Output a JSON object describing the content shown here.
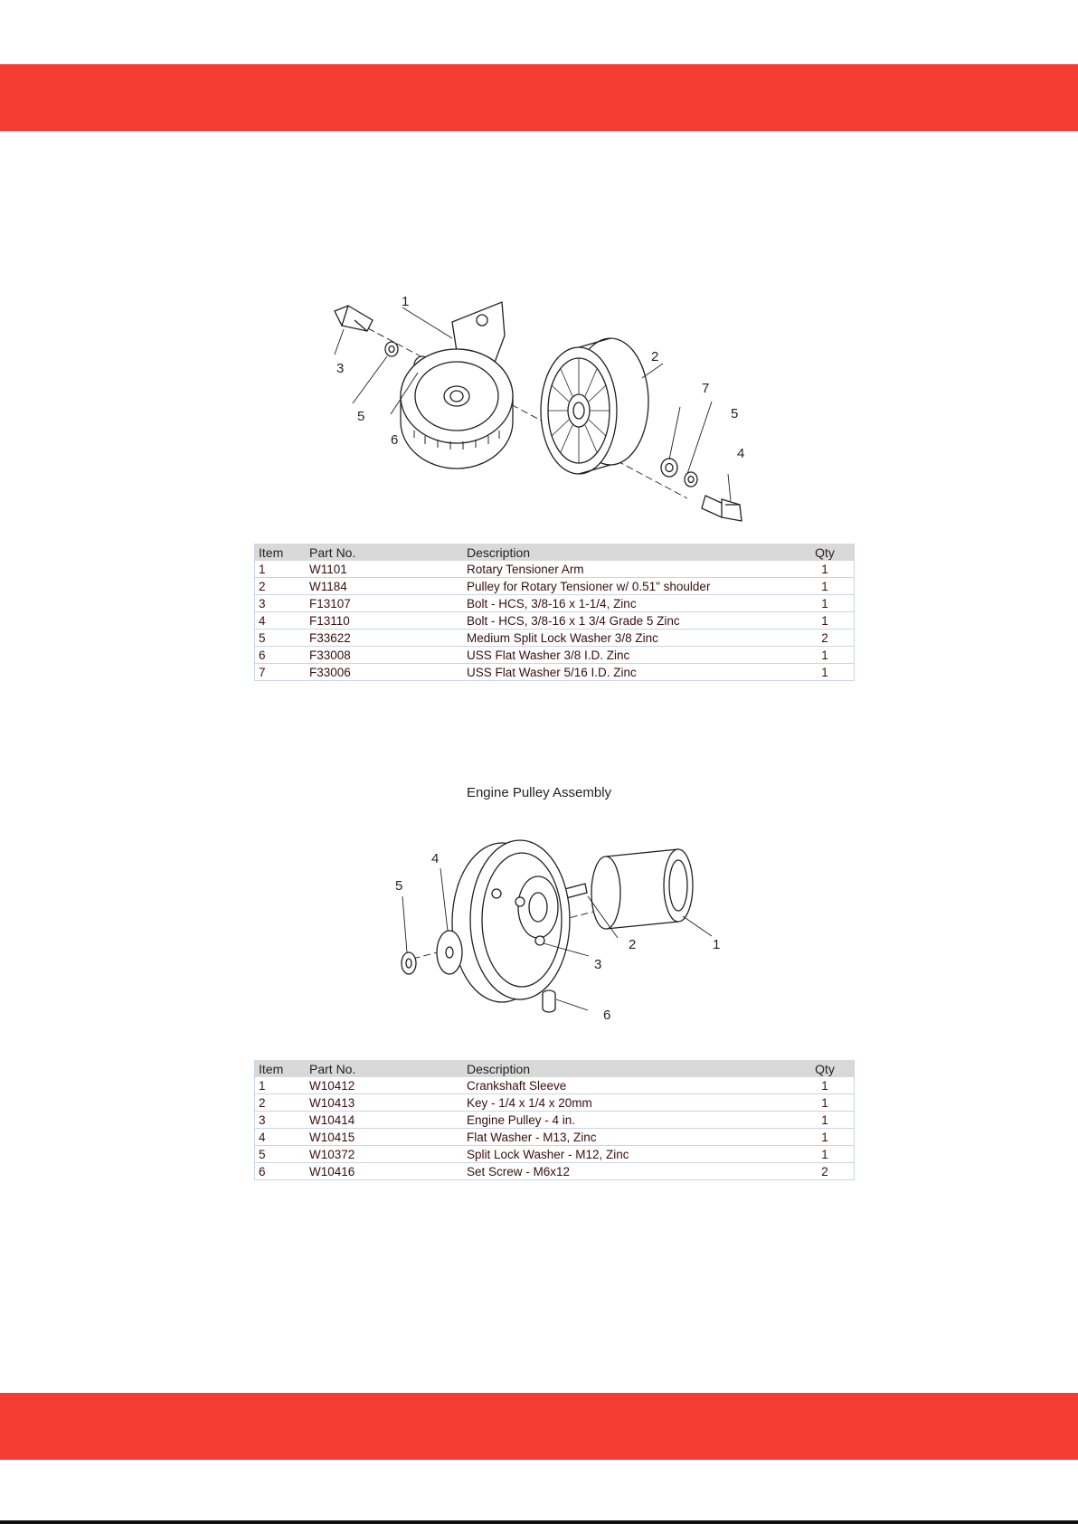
{
  "colors": {
    "band": "#f43c32",
    "line": "#231f20"
  },
  "figure1": {
    "callouts": [
      "1",
      "2",
      "3",
      "4",
      "5",
      "5",
      "6",
      "7"
    ],
    "table": {
      "headers": [
        "Item",
        "Part No.",
        "Description",
        "Qty"
      ],
      "rows": [
        [
          "1",
          "W1101",
          "Rotary Tensioner Arm",
          "1"
        ],
        [
          "2",
          "W1184",
          "Pulley for Rotary Tensioner w/ 0.51\" shoulder",
          "1"
        ],
        [
          "3",
          "F13107",
          "Bolt - HCS, 3/8-16 x 1-1/4, Zinc",
          "1"
        ],
        [
          "4",
          "F13110",
          "Bolt - HCS, 3/8-16 x 1 3/4 Grade 5 Zinc",
          "1"
        ],
        [
          "5",
          "F33622",
          "Medium Split Lock Washer 3/8 Zinc",
          "2"
        ],
        [
          "6",
          "F33008",
          "USS Flat Washer 3/8 I.D. Zinc",
          "1"
        ],
        [
          "7",
          "F33006",
          "USS Flat Washer 5/16 I.D. Zinc",
          "1"
        ]
      ]
    }
  },
  "figure2": {
    "title": "Engine Pulley Assembly",
    "callouts": [
      "1",
      "2",
      "3",
      "4",
      "5",
      "6"
    ],
    "table": {
      "headers": [
        "Item",
        "Part No.",
        "Description",
        "Qty"
      ],
      "rows": [
        [
          "1",
          "W10412",
          "Crankshaft Sleeve",
          "1"
        ],
        [
          "2",
          "W10413",
          "Key - 1/4 x 1/4 x 20mm",
          "1"
        ],
        [
          "3",
          "W10414",
          "Engine Pulley - 4 in.",
          "1"
        ],
        [
          "4",
          "W10415",
          "Flat Washer - M13, Zinc",
          "1"
        ],
        [
          "5",
          "W10372",
          "Split Lock Washer - M12, Zinc",
          "1"
        ],
        [
          "6",
          "W10416",
          "Set Screw - M6x12",
          "2"
        ]
      ]
    }
  }
}
